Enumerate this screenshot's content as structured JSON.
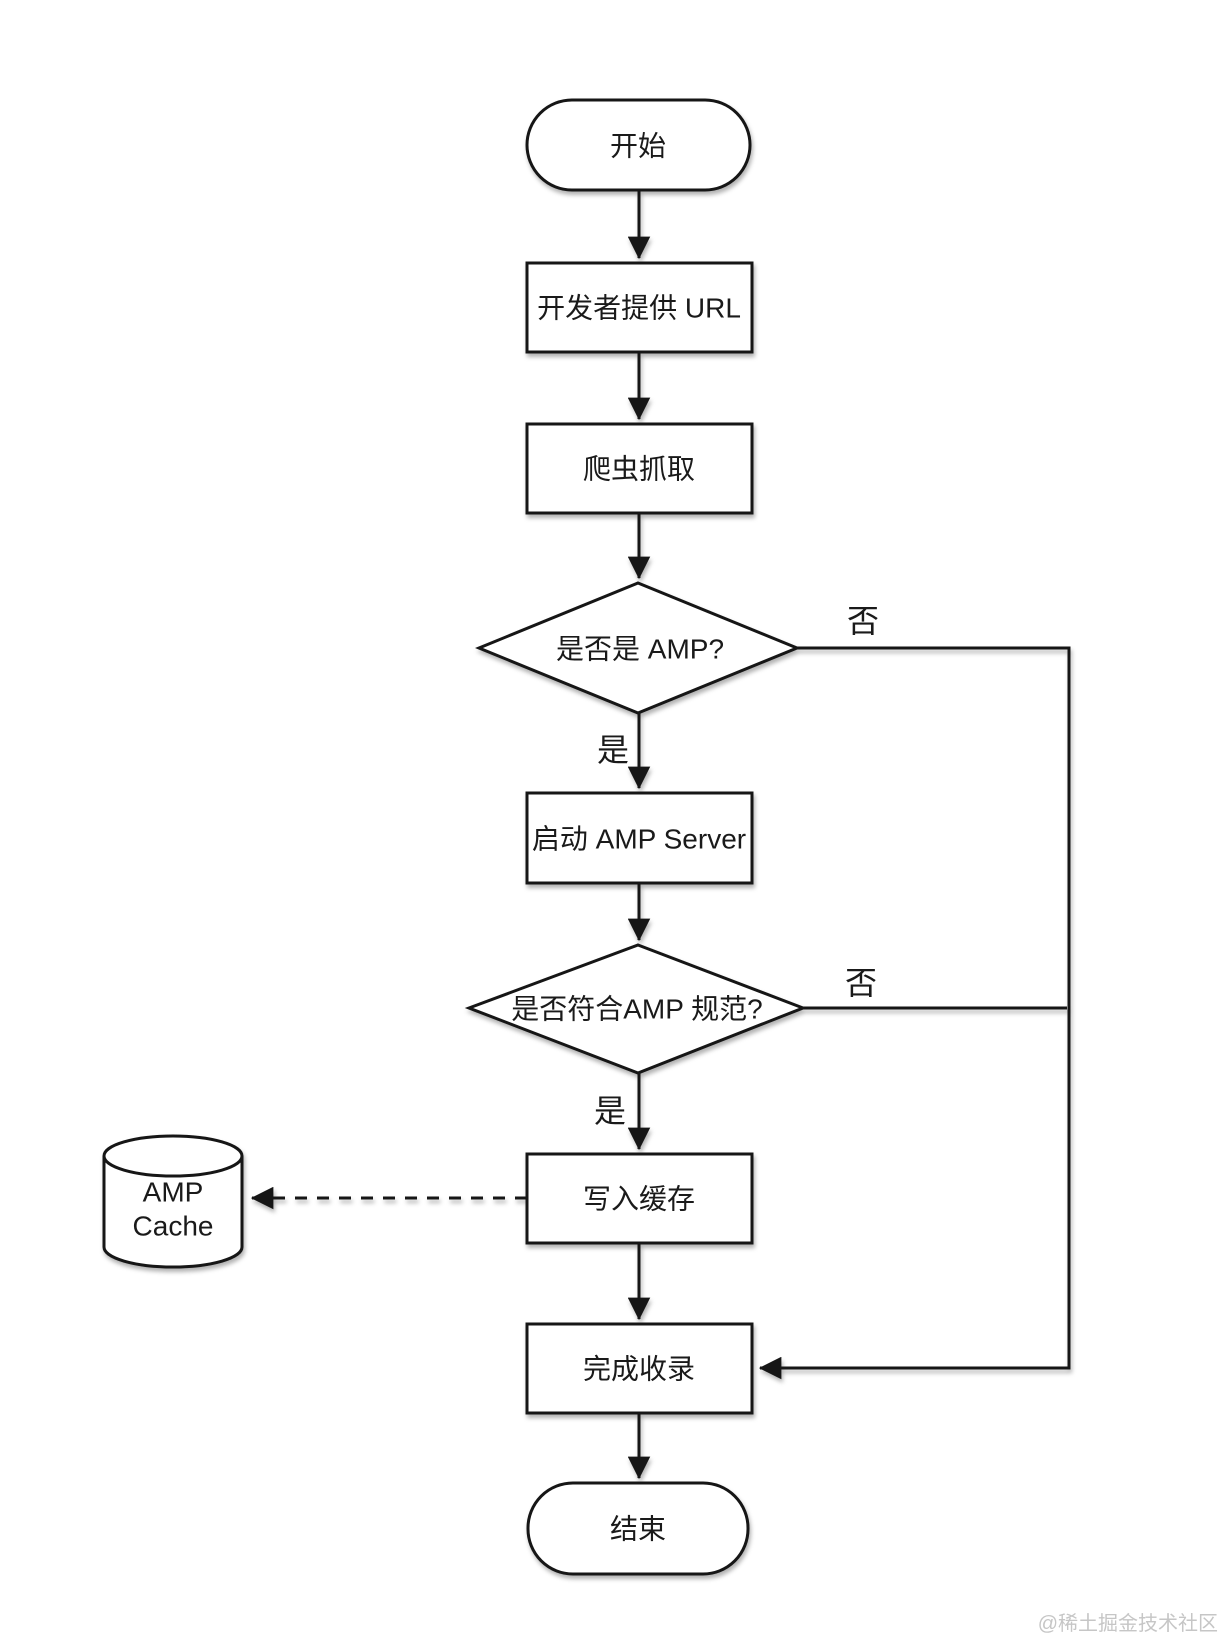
{
  "diagram": {
    "type": "flowchart",
    "stroke_color": "#141414",
    "node_fill": "#ffffff",
    "nodes": {
      "start": "开始",
      "provide_url": "开发者提供 URL",
      "crawler_fetch": "爬虫抓取",
      "is_amp": "是否是 AMP?",
      "start_amp_server": "启动 AMP Server",
      "conforms_amp_spec": "是否符合AMP 规范?",
      "write_cache": "写入缓存",
      "amp_cache_line1": "AMP",
      "amp_cache_line2": "Cache",
      "complete_indexing": "完成收录",
      "end": "结束"
    },
    "edge_labels": {
      "is_amp_yes": "是",
      "is_amp_no": "否",
      "conforms_yes": "是",
      "conforms_no": "否"
    }
  },
  "watermark": {
    "text": "@稀土掘金技术社区",
    "color": "#c6c6c6"
  }
}
